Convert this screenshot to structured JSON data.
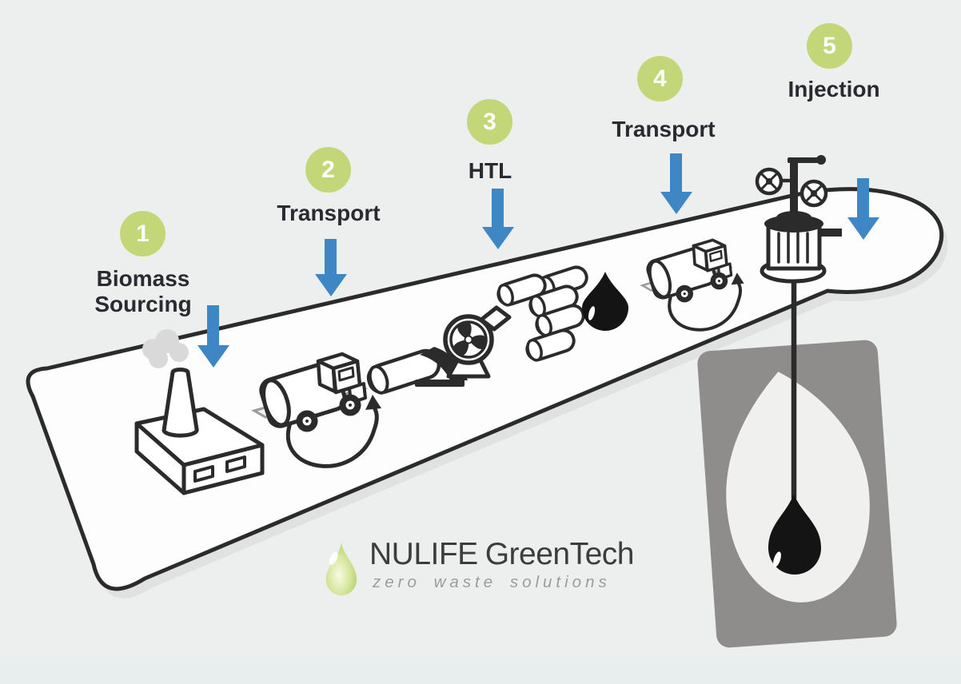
{
  "steps": [
    {
      "number": "1",
      "label": "Biomass Sourcing"
    },
    {
      "number": "2",
      "label": "Transport"
    },
    {
      "number": "3",
      "label": "HTL"
    },
    {
      "number": "4",
      "label": "Transport"
    },
    {
      "number": "5",
      "label": "Injection"
    }
  ],
  "logo": {
    "brand": "NULIFE",
    "product": "GreenTech",
    "tagline": "zero waste solutions"
  },
  "icons": [
    "factory-icon",
    "smoke-icon",
    "truck-icon",
    "feed-pipe-icon",
    "chute-icon",
    "pump-icon",
    "pipe-stack-icon",
    "oil-drop-icon",
    "wellhead-icon",
    "valve-wheel-icon",
    "reservoir-icon",
    "down-arrow-icon",
    "droplet-logo-icon"
  ],
  "colors": {
    "background": "#edeeee",
    "badge_green": "#c4d778",
    "arrow_blue": "#3e86c4",
    "label_text": "#2a2a31",
    "line_art": "#2b2b2b",
    "ramp_fill": "#fdfdfd",
    "reservoir_gray": "#8e8d8b",
    "reservoir_pocket": "#f0f0ee",
    "oil_black": "#141414",
    "smoke_gray": "#d9d9d9",
    "logo_text": "#3d3d3f",
    "tagline_gray": "#9c9c9c",
    "bottom_band": "#e8edee"
  }
}
